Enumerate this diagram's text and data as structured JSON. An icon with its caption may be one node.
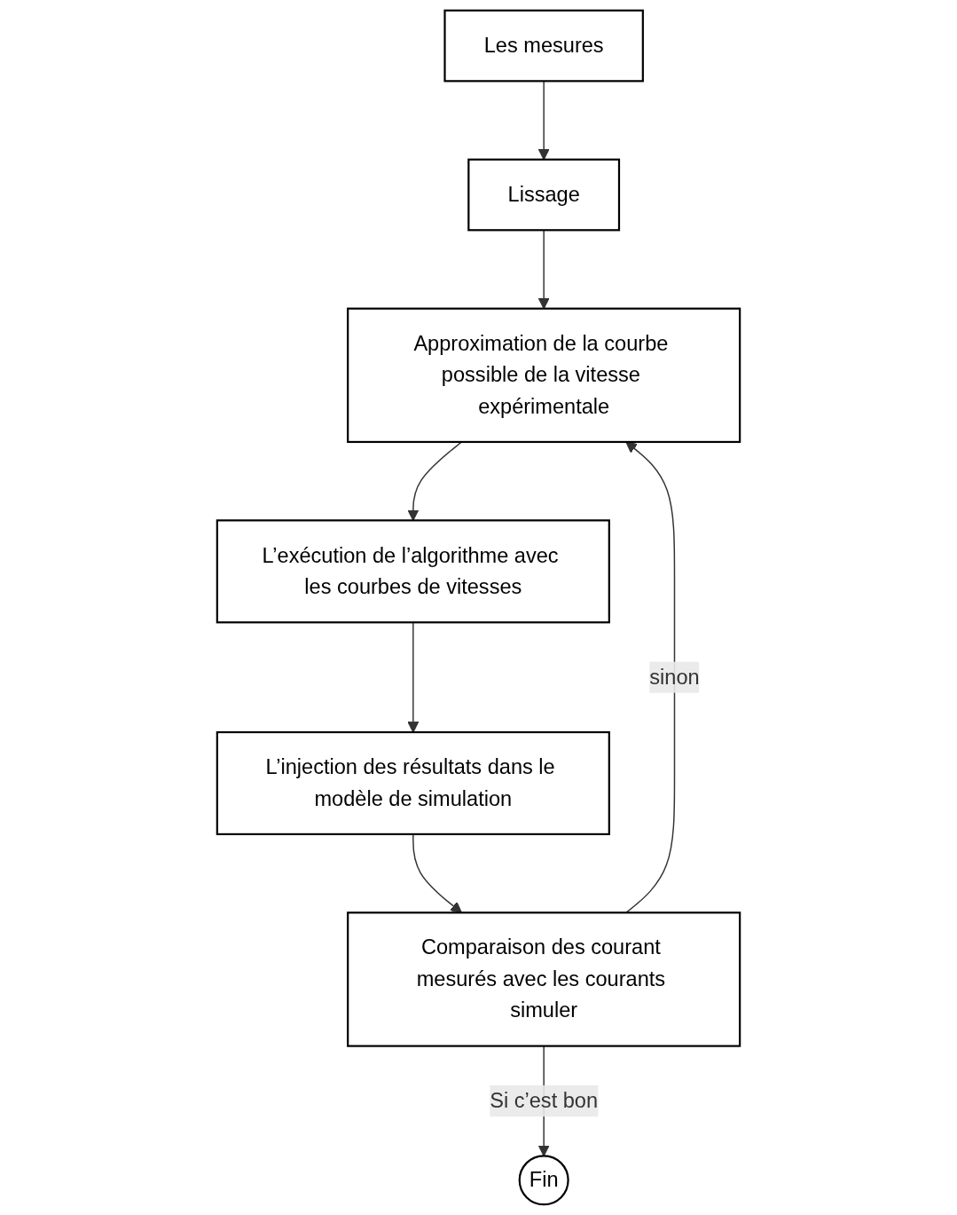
{
  "diagram": {
    "nodes": [
      {
        "text": [
          "Les mesures"
        ]
      },
      {
        "text": [
          "Lissage"
        ]
      },
      {
        "text": [
          "Approximation de la courbe possible de la vitesse expérimentale"
        ]
      },
      {
        "text": [
          "L’exécution de l’algorithme avec les courbes de vitesses"
        ]
      },
      {
        "text": [
          "L’injection des résultats dans le modèle de simulation"
        ]
      },
      {
        "text": [
          "Comparaison des courant mesurés avec les courants simuler"
        ]
      },
      {
        "text": [
          "Fin"
        ]
      }
    ],
    "edges": [
      {
        "from": 0,
        "to": 1,
        "arrow": "to"
      },
      {
        "from": 1,
        "to": 2,
        "arrow": "to"
      },
      {
        "from": 2,
        "to": 3,
        "arrow": "to"
      },
      {
        "from": 3,
        "to": 4,
        "arrow": "to"
      },
      {
        "from": 4,
        "to": 5,
        "arrow": "to"
      },
      {
        "from": 5,
        "to": 2,
        "label": "sinon",
        "arrow": "to"
      },
      {
        "from": 5,
        "to": 6,
        "label": "Si c’est bon",
        "arrow": "to"
      }
    ]
  }
}
